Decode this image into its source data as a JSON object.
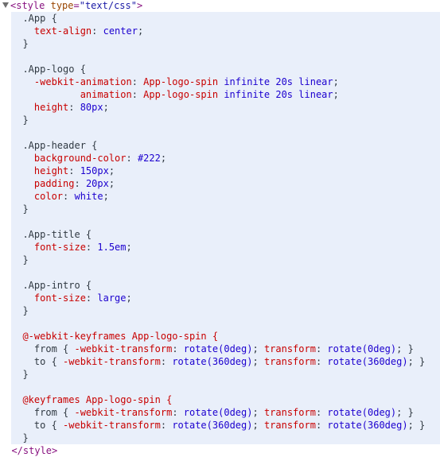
{
  "open_tag": {
    "name": "style",
    "attr_name": "type",
    "attr_value": "\"text/css\""
  },
  "close_tag": "</style>",
  "lines": [
    [
      {
        "t": "  .App {",
        "c": "sel"
      }
    ],
    [
      {
        "t": "    text-align",
        "c": "prop"
      },
      {
        "t": ": ",
        "c": "punc"
      },
      {
        "t": "center",
        "c": "kw"
      },
      {
        "t": ";",
        "c": "punc"
      }
    ],
    [
      {
        "t": "  }",
        "c": "punc"
      }
    ],
    [
      {
        "t": "",
        "c": "punc"
      }
    ],
    [
      {
        "t": "  .App-logo {",
        "c": "sel"
      }
    ],
    [
      {
        "t": "    -webkit-animation",
        "c": "prop"
      },
      {
        "t": ": ",
        "c": "punc"
      },
      {
        "t": "App-logo-spin",
        "c": "prop"
      },
      {
        "t": " ",
        "c": "punc"
      },
      {
        "t": "infinite",
        "c": "kw"
      },
      {
        "t": " ",
        "c": "punc"
      },
      {
        "t": "20s",
        "c": "num"
      },
      {
        "t": " ",
        "c": "punc"
      },
      {
        "t": "linear",
        "c": "kw"
      },
      {
        "t": ";",
        "c": "punc"
      }
    ],
    [
      {
        "t": "            animation",
        "c": "prop"
      },
      {
        "t": ": ",
        "c": "punc"
      },
      {
        "t": "App-logo-spin",
        "c": "prop"
      },
      {
        "t": " ",
        "c": "punc"
      },
      {
        "t": "infinite",
        "c": "kw"
      },
      {
        "t": " ",
        "c": "punc"
      },
      {
        "t": "20s",
        "c": "num"
      },
      {
        "t": " ",
        "c": "punc"
      },
      {
        "t": "linear",
        "c": "kw"
      },
      {
        "t": ";",
        "c": "punc"
      }
    ],
    [
      {
        "t": "    height",
        "c": "prop"
      },
      {
        "t": ": ",
        "c": "punc"
      },
      {
        "t": "80px",
        "c": "num"
      },
      {
        "t": ";",
        "c": "punc"
      }
    ],
    [
      {
        "t": "  }",
        "c": "punc"
      }
    ],
    [
      {
        "t": "",
        "c": "punc"
      }
    ],
    [
      {
        "t": "  .App-header {",
        "c": "sel"
      }
    ],
    [
      {
        "t": "    background-color",
        "c": "prop"
      },
      {
        "t": ": ",
        "c": "punc"
      },
      {
        "t": "#222",
        "c": "kw"
      },
      {
        "t": ";",
        "c": "punc"
      }
    ],
    [
      {
        "t": "    height",
        "c": "prop"
      },
      {
        "t": ": ",
        "c": "punc"
      },
      {
        "t": "150px",
        "c": "num"
      },
      {
        "t": ";",
        "c": "punc"
      }
    ],
    [
      {
        "t": "    padding",
        "c": "prop"
      },
      {
        "t": ": ",
        "c": "punc"
      },
      {
        "t": "20px",
        "c": "num"
      },
      {
        "t": ";",
        "c": "punc"
      }
    ],
    [
      {
        "t": "    color",
        "c": "prop"
      },
      {
        "t": ": ",
        "c": "punc"
      },
      {
        "t": "white",
        "c": "kw"
      },
      {
        "t": ";",
        "c": "punc"
      }
    ],
    [
      {
        "t": "  }",
        "c": "punc"
      }
    ],
    [
      {
        "t": "",
        "c": "punc"
      }
    ],
    [
      {
        "t": "  .App-title {",
        "c": "sel"
      }
    ],
    [
      {
        "t": "    font-size",
        "c": "prop"
      },
      {
        "t": ": ",
        "c": "punc"
      },
      {
        "t": "1.5em",
        "c": "num"
      },
      {
        "t": ";",
        "c": "punc"
      }
    ],
    [
      {
        "t": "  }",
        "c": "punc"
      }
    ],
    [
      {
        "t": "",
        "c": "punc"
      }
    ],
    [
      {
        "t": "  .App-intro {",
        "c": "sel"
      }
    ],
    [
      {
        "t": "    font-size",
        "c": "prop"
      },
      {
        "t": ": ",
        "c": "punc"
      },
      {
        "t": "large",
        "c": "kw"
      },
      {
        "t": ";",
        "c": "punc"
      }
    ],
    [
      {
        "t": "  }",
        "c": "punc"
      }
    ],
    [
      {
        "t": "",
        "c": "punc"
      }
    ],
    [
      {
        "t": "  @-webkit-keyframes App-logo-spin {",
        "c": "at"
      }
    ],
    [
      {
        "t": "    from { ",
        "c": "punc"
      },
      {
        "t": "-webkit-transform",
        "c": "prop"
      },
      {
        "t": ": ",
        "c": "punc"
      },
      {
        "t": "rotate(",
        "c": "kw"
      },
      {
        "t": "0deg",
        "c": "num"
      },
      {
        "t": ")",
        "c": "kw"
      },
      {
        "t": "; ",
        "c": "punc"
      },
      {
        "t": "transform",
        "c": "prop"
      },
      {
        "t": ": ",
        "c": "punc"
      },
      {
        "t": "rotate(",
        "c": "kw"
      },
      {
        "t": "0deg",
        "c": "num"
      },
      {
        "t": ")",
        "c": "kw"
      },
      {
        "t": "; }",
        "c": "punc"
      }
    ],
    [
      {
        "t": "    to { ",
        "c": "punc"
      },
      {
        "t": "-webkit-transform",
        "c": "prop"
      },
      {
        "t": ": ",
        "c": "punc"
      },
      {
        "t": "rotate(",
        "c": "kw"
      },
      {
        "t": "360deg",
        "c": "num"
      },
      {
        "t": ")",
        "c": "kw"
      },
      {
        "t": "; ",
        "c": "punc"
      },
      {
        "t": "transform",
        "c": "prop"
      },
      {
        "t": ": ",
        "c": "punc"
      },
      {
        "t": "rotate(",
        "c": "kw"
      },
      {
        "t": "360deg",
        "c": "num"
      },
      {
        "t": ")",
        "c": "kw"
      },
      {
        "t": "; }",
        "c": "punc"
      }
    ],
    [
      {
        "t": "  }",
        "c": "punc"
      }
    ],
    [
      {
        "t": "",
        "c": "punc"
      }
    ],
    [
      {
        "t": "  @keyframes App-logo-spin {",
        "c": "at"
      }
    ],
    [
      {
        "t": "    from { ",
        "c": "punc"
      },
      {
        "t": "-webkit-transform",
        "c": "prop"
      },
      {
        "t": ": ",
        "c": "punc"
      },
      {
        "t": "rotate(",
        "c": "kw"
      },
      {
        "t": "0deg",
        "c": "num"
      },
      {
        "t": ")",
        "c": "kw"
      },
      {
        "t": "; ",
        "c": "punc"
      },
      {
        "t": "transform",
        "c": "prop"
      },
      {
        "t": ": ",
        "c": "punc"
      },
      {
        "t": "rotate(",
        "c": "kw"
      },
      {
        "t": "0deg",
        "c": "num"
      },
      {
        "t": ")",
        "c": "kw"
      },
      {
        "t": "; }",
        "c": "punc"
      }
    ],
    [
      {
        "t": "    to { ",
        "c": "punc"
      },
      {
        "t": "-webkit-transform",
        "c": "prop"
      },
      {
        "t": ": ",
        "c": "punc"
      },
      {
        "t": "rotate(",
        "c": "kw"
      },
      {
        "t": "360deg",
        "c": "num"
      },
      {
        "t": ")",
        "c": "kw"
      },
      {
        "t": "; ",
        "c": "punc"
      },
      {
        "t": "transform",
        "c": "prop"
      },
      {
        "t": ": ",
        "c": "punc"
      },
      {
        "t": "rotate(",
        "c": "kw"
      },
      {
        "t": "360deg",
        "c": "num"
      },
      {
        "t": ")",
        "c": "kw"
      },
      {
        "t": "; }",
        "c": "punc"
      }
    ],
    [
      {
        "t": "  }",
        "c": "punc"
      }
    ]
  ],
  "colors": {
    "tag": "#881280",
    "attr": "#994500",
    "attr_value": "#1a1aa6",
    "property": "#c80000",
    "value": "#1c00cf",
    "selection_bg": "#e9effa"
  },
  "icons": {
    "disclosure": "triangle-down-icon"
  }
}
